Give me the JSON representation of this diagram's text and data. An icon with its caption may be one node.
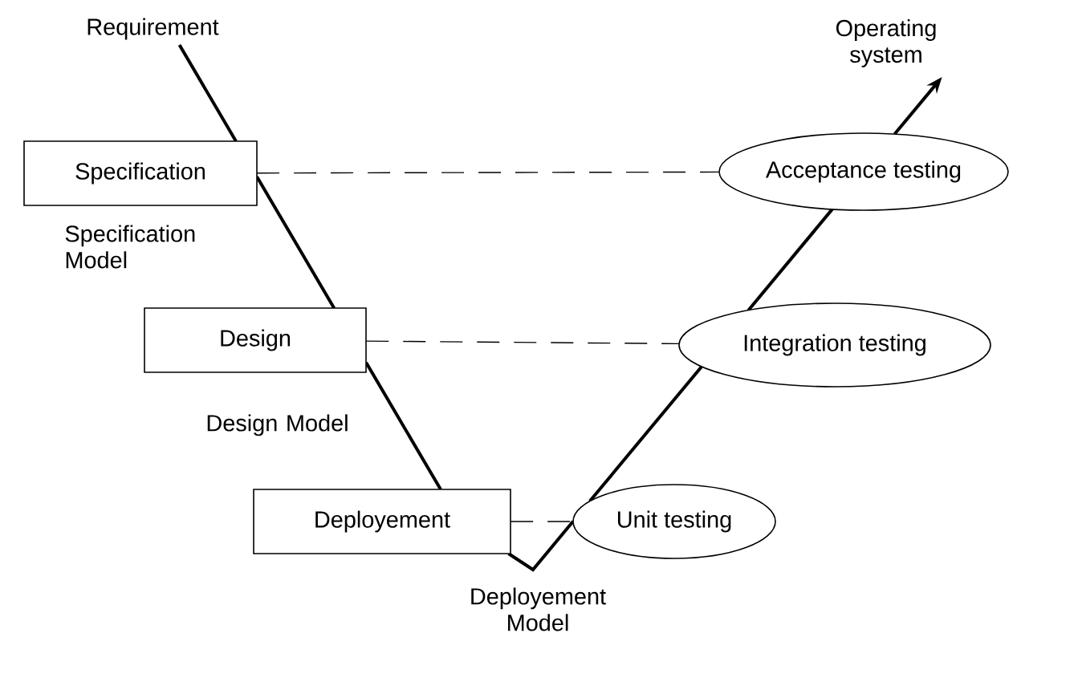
{
  "diagram": {
    "nodes": [
      {
        "text": [
          "Requirement"
        ]
      },
      {
        "text": [
          "Specification"
        ]
      },
      {
        "text": [
          "Design"
        ]
      },
      {
        "text": [
          "Deployement"
        ]
      },
      {
        "text": [
          "Unit testing"
        ]
      },
      {
        "text": [
          "Integration testing"
        ]
      },
      {
        "text": [
          "Acceptance testing"
        ]
      },
      {
        "text": [
          "Operating system"
        ]
      }
    ],
    "edges": [
      {
        "from": 0,
        "to": 1,
        "arrow": "none"
      },
      {
        "from": 1,
        "to": 2,
        "arrow": "none"
      },
      {
        "from": 2,
        "to": 3,
        "arrow": "none"
      },
      {
        "from": 3,
        "to": 4,
        "arrow": "none"
      },
      {
        "from": 4,
        "to": 5,
        "arrow": "none"
      },
      {
        "from": 5,
        "to": 6,
        "arrow": "none"
      },
      {
        "from": 6,
        "to": 7,
        "arrow": "to"
      },
      {
        "from": 1,
        "to": 6,
        "arrow": "none",
        "style": "dashed"
      },
      {
        "from": 2,
        "to": 5,
        "arrow": "none",
        "style": "dashed"
      },
      {
        "from": 3,
        "to": 4,
        "arrow": "none",
        "style": "dashed"
      }
    ],
    "labels": [
      "Specification Model",
      "Design Model",
      "Deployement Model"
    ]
  }
}
